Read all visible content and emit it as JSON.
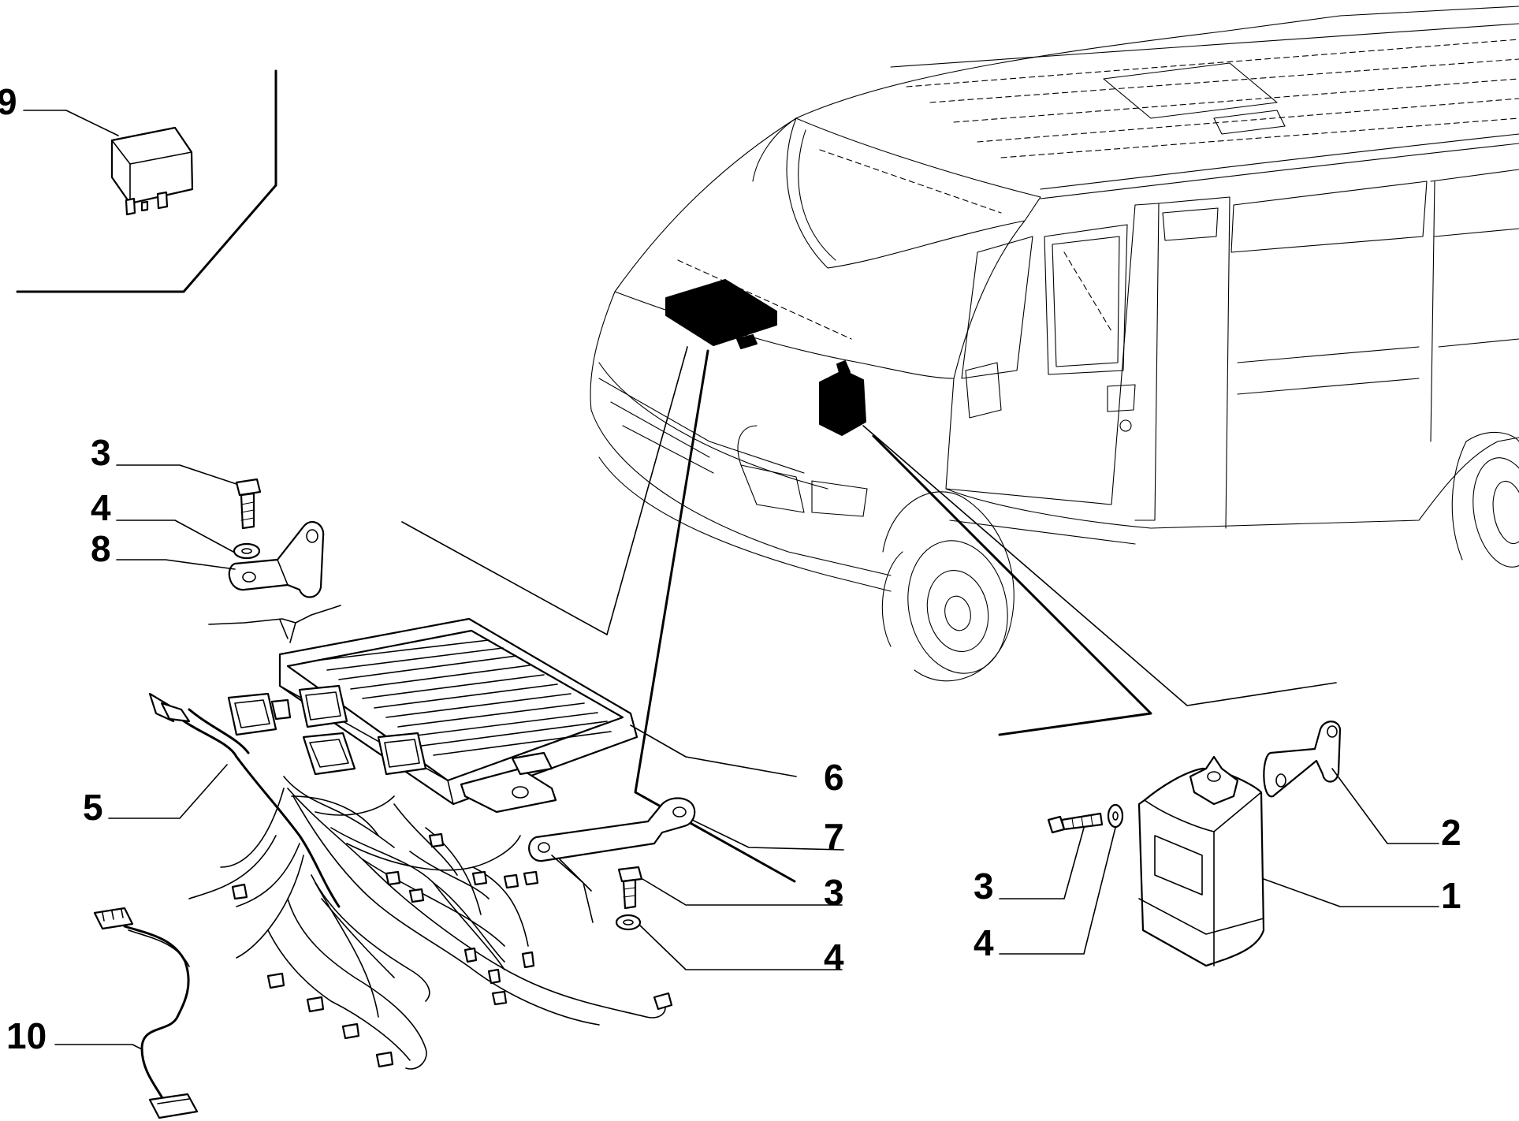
{
  "callouts": {
    "c9": "9",
    "c3a": "3",
    "c4a": "4",
    "c8": "8",
    "c5": "5",
    "c6": "6",
    "c7": "7",
    "c3b": "3",
    "c4b": "4",
    "c10": "10",
    "c2": "2",
    "c3c": "3",
    "c1": "1",
    "c4c": "4"
  }
}
